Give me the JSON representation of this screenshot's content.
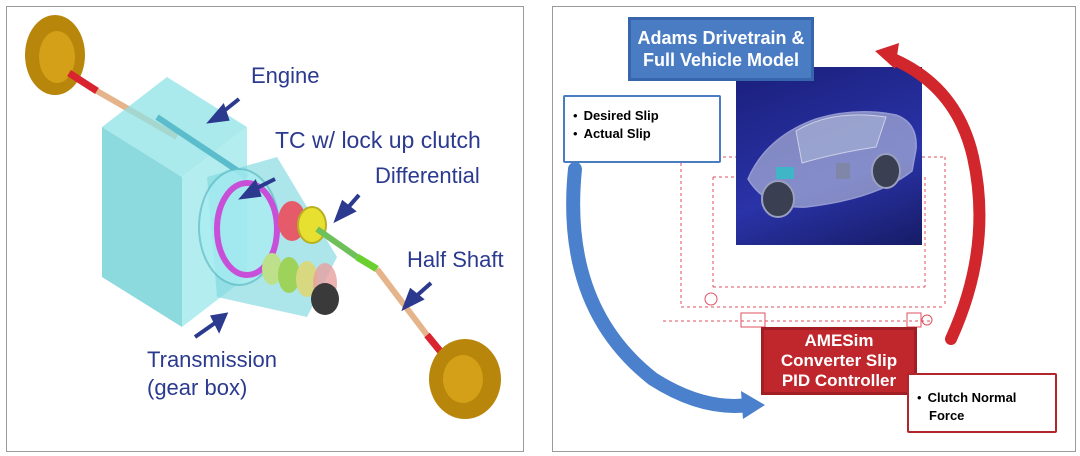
{
  "left_panel": {
    "labels": {
      "engine": "Engine",
      "tc": "TC w/ lock up clutch",
      "differential": "Differential",
      "half_shaft": "Half Shaft",
      "transmission_line1": "Transmission",
      "transmission_line2": "(gear box)"
    }
  },
  "right_panel": {
    "top_box": {
      "line1": "Adams Drivetrain &",
      "line2": "Full Vehicle Model"
    },
    "bottom_box": {
      "line1": "AMESim",
      "line2": "Converter Slip",
      "line3": "PID Controller"
    },
    "slip_note": [
      "Desired Slip",
      "Actual Slip"
    ],
    "force_note": {
      "line1": "Clutch Normal",
      "line2": "Force"
    },
    "colors": {
      "blue_arrow": "#4a80cc",
      "red_arrow": "#d0262c"
    }
  }
}
